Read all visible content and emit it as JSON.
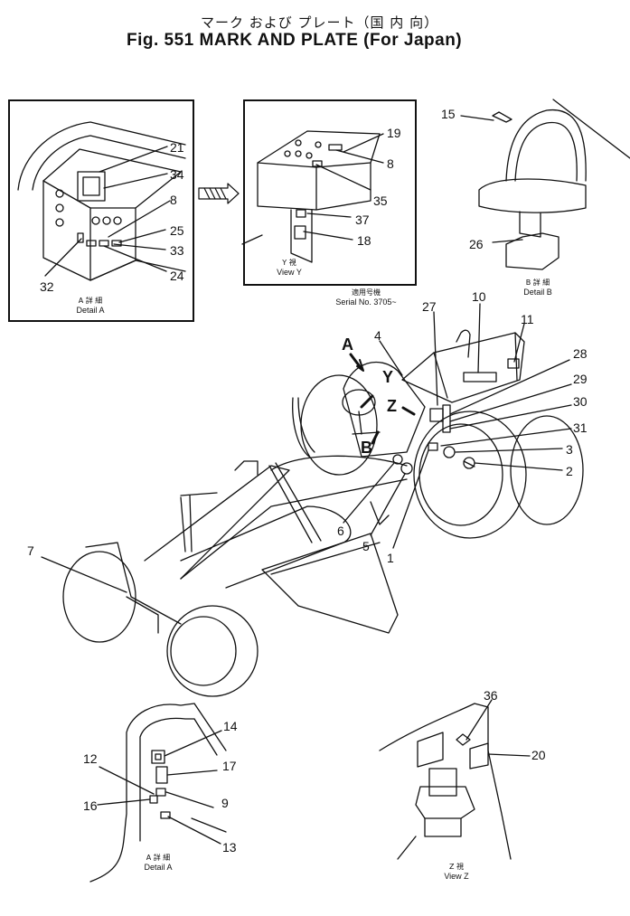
{
  "title": {
    "jp": "マーク および プレート（国 内 向）",
    "en": "Fig. 551 MARK AND PLATE (For Japan)"
  },
  "captions": {
    "detail_a_top": {
      "jp": "A 詳 細",
      "en": "Detail A"
    },
    "view_y": {
      "jp": "Y 視",
      "en": "View Y"
    },
    "detail_b": {
      "jp": "B 詳 細",
      "en": "Detail B"
    },
    "serial": {
      "jp": "適用号機",
      "en": "Serial No. 3705~"
    },
    "detail_a_bottom": {
      "jp": "A 詳 細",
      "en": "Detail A"
    },
    "view_z": {
      "jp": "Z 視",
      "en": "View Z"
    }
  },
  "view_letters": {
    "a": "A",
    "b": "B",
    "y": "Y",
    "z": "Z"
  },
  "callouts": {
    "detail_a_top": [
      "21",
      "34",
      "8",
      "25",
      "33",
      "24",
      "32"
    ],
    "view_y": [
      "19",
      "8",
      "35",
      "37",
      "18"
    ],
    "detail_b": [
      "15",
      "26"
    ],
    "main": [
      "4",
      "27",
      "10",
      "11",
      "28",
      "29",
      "30",
      "31",
      "3",
      "2",
      "6",
      "5",
      "1",
      "7"
    ],
    "detail_a_bottom": [
      "14",
      "12",
      "17",
      "16",
      "9",
      "13"
    ],
    "view_z": [
      "36",
      "20"
    ]
  }
}
